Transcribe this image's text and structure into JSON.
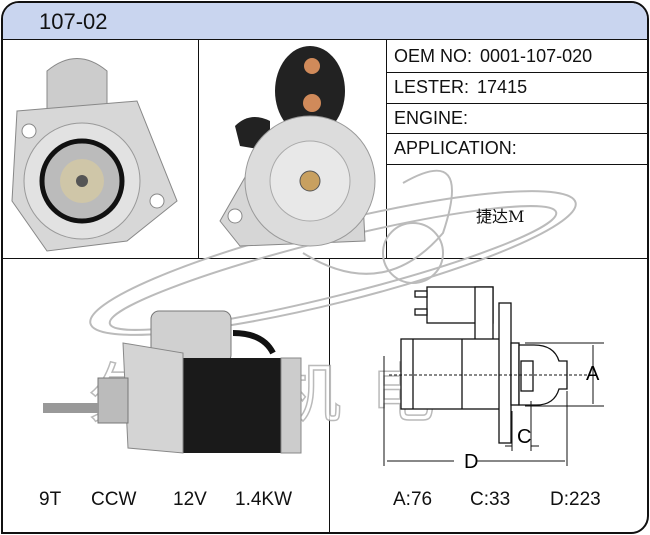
{
  "header": {
    "title": "107-02"
  },
  "specs": {
    "oem_label": "OEM NO:",
    "oem_value": "0001-107-020",
    "lester_label": "LESTER:",
    "lester_value": "17415",
    "engine_label": "ENGINE:",
    "engine_value": "",
    "application_label": "APPLICATION:",
    "application_value": "捷达M"
  },
  "features": {
    "teeth": "9T",
    "rotation": "CCW",
    "voltage": "12V",
    "power": "1.4KW"
  },
  "dimensions": {
    "a_label": "A",
    "c_label": "C",
    "d_label": "D",
    "a": "A:76",
    "c": "C:33",
    "d": "D:223"
  },
  "watermark": "久众机电"
}
